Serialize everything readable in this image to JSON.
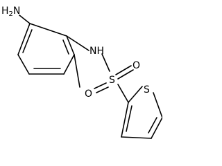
{
  "molecule": {
    "atoms": {
      "amine": "H2N",
      "amine_h": "H",
      "amine_sub": "2",
      "amine_n": "N",
      "sulfonamide_n": "NH",
      "sulfonyl_s": "S",
      "oxygen_top": "O",
      "oxygen_bottom": "O",
      "thiophene_s": "S"
    },
    "colors": {
      "bond": "#000000",
      "label": "#000000",
      "background": "#ffffff"
    }
  }
}
